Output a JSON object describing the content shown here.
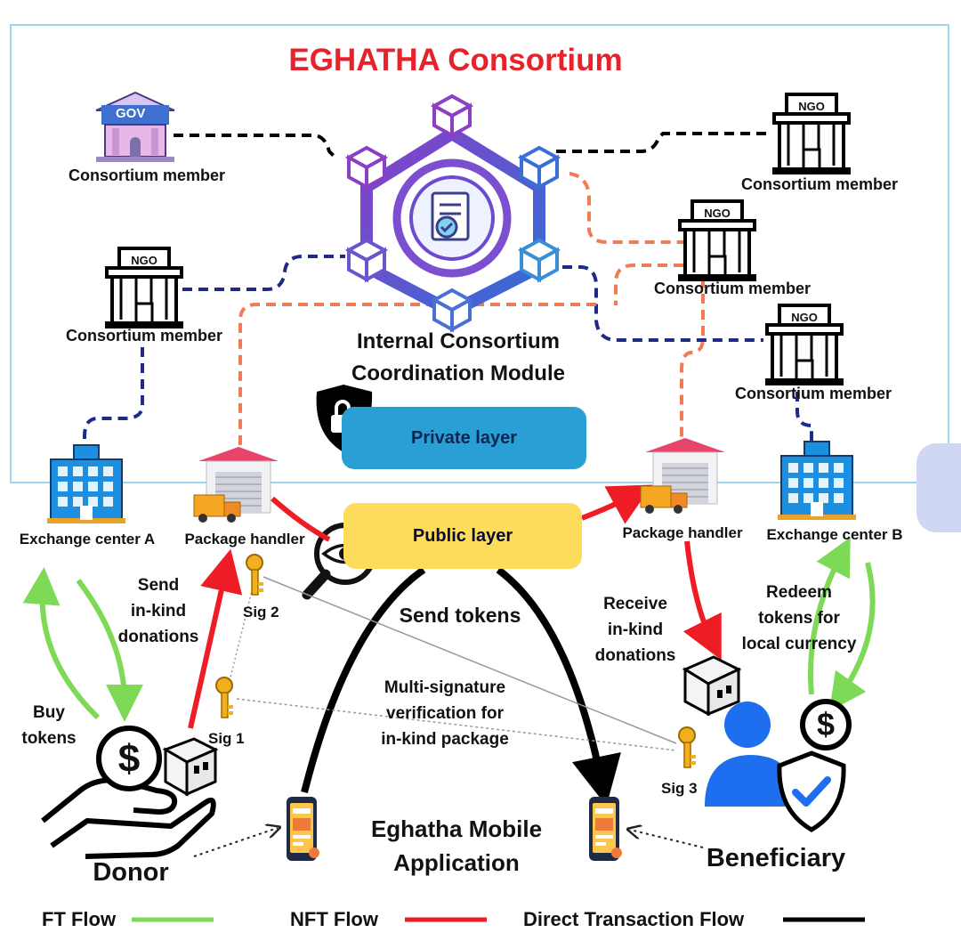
{
  "title": "EGHATHA Consortium",
  "module": {
    "line1": "Internal Consortium",
    "line2": "Coordination Module"
  },
  "members": [
    {
      "label": "Consortium member",
      "badge": "GOV"
    },
    {
      "label": "Consortium member",
      "badge": "NGO"
    },
    {
      "label": "Consortium member",
      "badge": "NGO"
    },
    {
      "label": "Consortium member",
      "badge": "NGO"
    },
    {
      "label": "Consortium member",
      "badge": "NGO"
    }
  ],
  "layers": {
    "private": "Private layer",
    "public": "Public layer"
  },
  "nodes": {
    "exchange_a": "Exchange center A",
    "package_left": "Package handler",
    "package_right": "Package handler",
    "exchange_b": "Exchange center B"
  },
  "flows": {
    "send_inkind": [
      "Send",
      "in-kind",
      "donations"
    ],
    "buy_tokens": [
      "Buy",
      "tokens"
    ],
    "send_tokens": "Send tokens",
    "receive_inkind": [
      "Receive",
      "in-kind",
      "donations"
    ],
    "redeem": [
      "Redeem",
      "tokens for",
      "local currency"
    ],
    "multisig": [
      "Multi-signature",
      "verification for",
      "in-kind package"
    ]
  },
  "signatures": {
    "sig1": "Sig 1",
    "sig2": "Sig 2",
    "sig3": "Sig 3"
  },
  "actors": {
    "donor": "Donor",
    "beneficiary": "Beneficiary",
    "app": [
      "Eghatha Mobile",
      "Application"
    ]
  },
  "legend": {
    "ft": "FT Flow",
    "nft": "NFT Flow",
    "direct": "Direct Transaction Flow"
  },
  "colors": {
    "ft": "#7ed957",
    "nft": "#ee1c24",
    "direct": "#000000",
    "private_dash": "#1e2a8a",
    "public_dash": "#f07b55",
    "private_layer": "#2a9fd6",
    "public_layer": "#fcdc5a",
    "title": "#e8222b",
    "frame": "#9fd4ee"
  }
}
